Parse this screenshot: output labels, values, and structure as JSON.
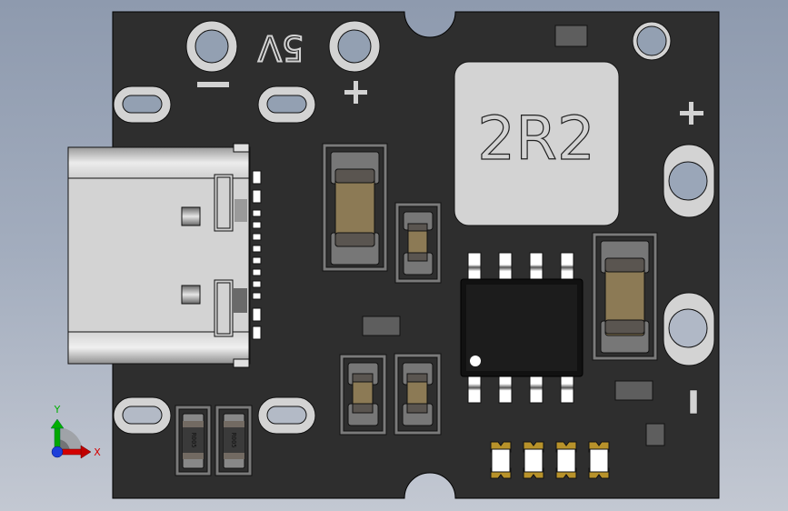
{
  "viewport": {
    "title": "PCB 3D model view - USB-C 5V boost converter board",
    "background_top": "#8e9aae",
    "background_bottom": "#c3c8d2"
  },
  "board": {
    "color": "#2e2e2e",
    "pad_color": "#d3d3d3",
    "hole_color": "#8e9aae"
  },
  "silkscreen": {
    "voltage_label": "5V",
    "neg_symbol_top": "−",
    "pos_symbol_top": "+",
    "pos_symbol_right": "+",
    "neg_symbol_right": "|"
  },
  "inductor": {
    "marking": "2R2"
  },
  "ic": {
    "package": "SOIC-8",
    "pin_count": 8
  },
  "resistors": [
    {
      "marking": "R005"
    },
    {
      "marking": "R005"
    }
  ],
  "triad": {
    "x_label": "X",
    "y_label": "Y",
    "x_color": "#d40000",
    "y_color": "#00b000",
    "z_color": "#1d3fd9"
  }
}
